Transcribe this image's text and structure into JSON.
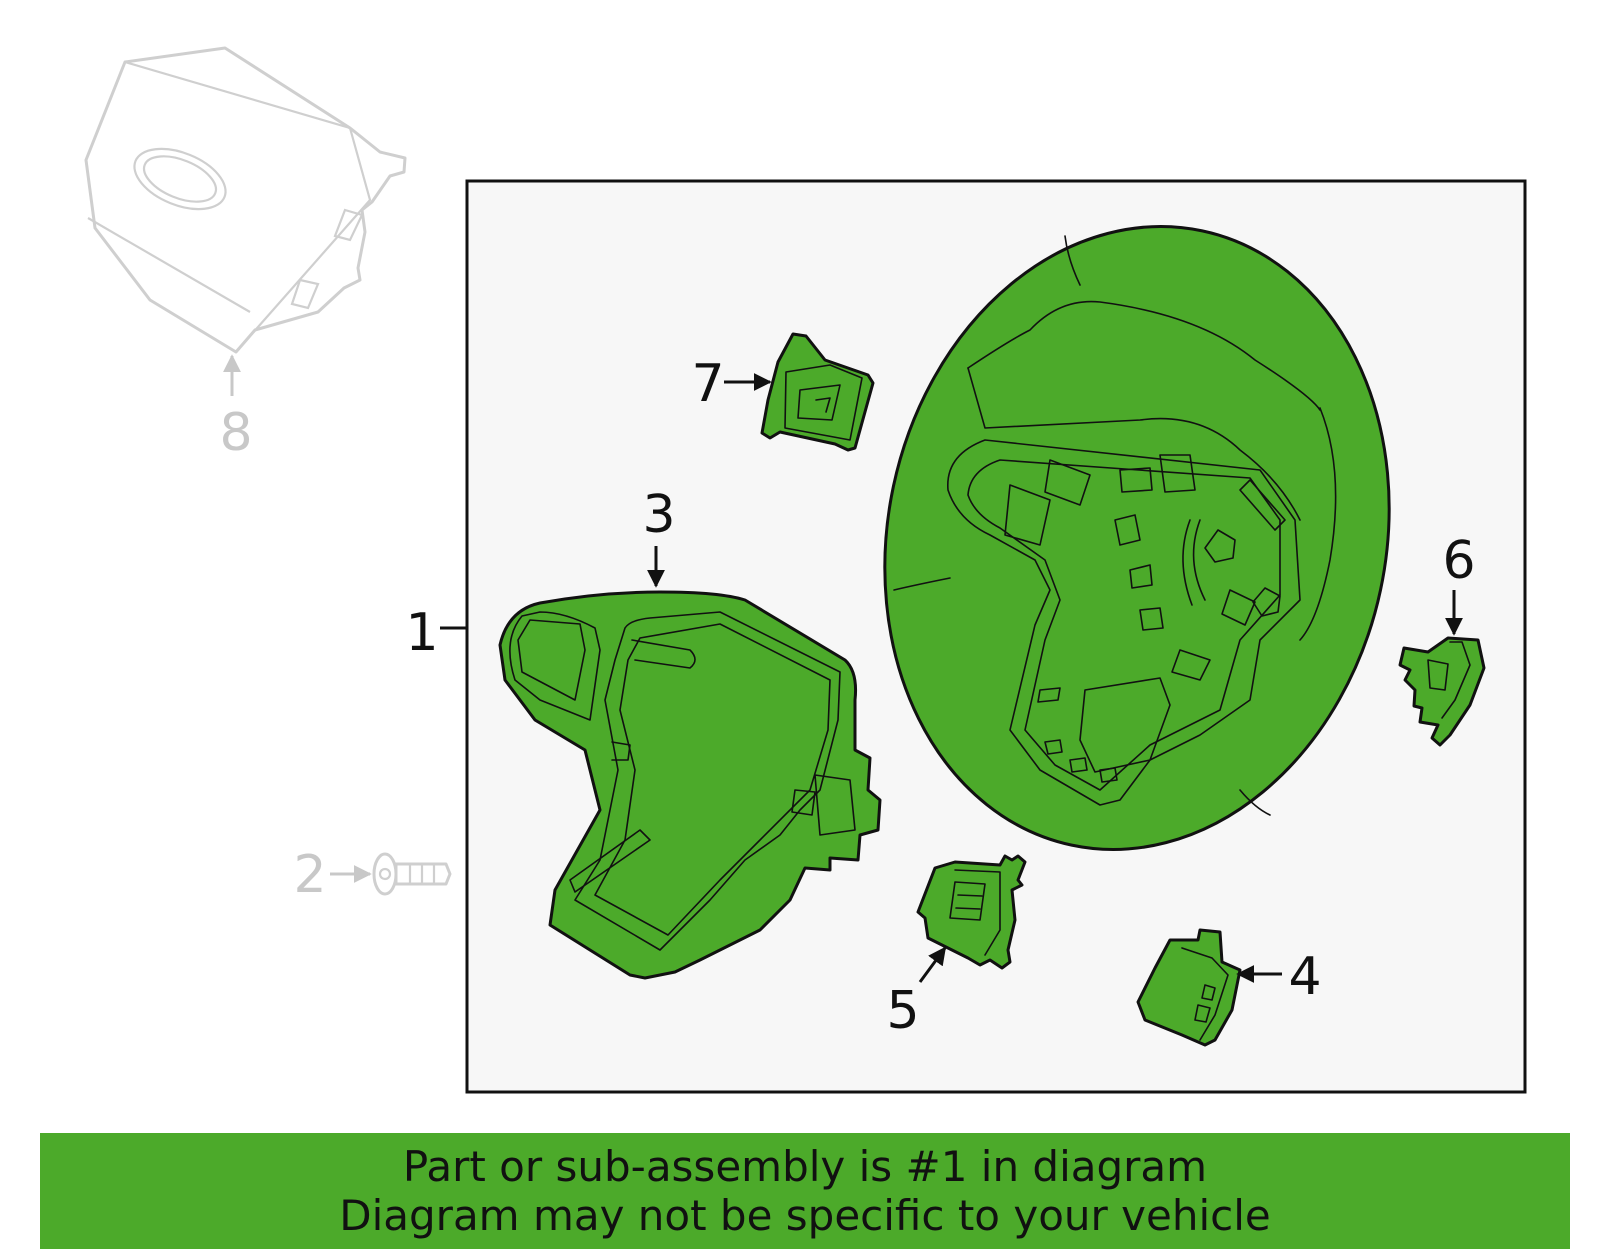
{
  "diagram": {
    "callouts": {
      "c1": "1",
      "c2": "2",
      "c3": "3",
      "c4": "4",
      "c5": "5",
      "c6": "6",
      "c7": "7",
      "c8": "8"
    },
    "colors": {
      "highlight": "#4caa2a",
      "outline": "#111111",
      "ghost": "#cfcfcf"
    }
  },
  "banner": {
    "line1": "Part or sub-assembly is #1 in diagram",
    "line2": "Diagram may not be specific to your vehicle"
  }
}
